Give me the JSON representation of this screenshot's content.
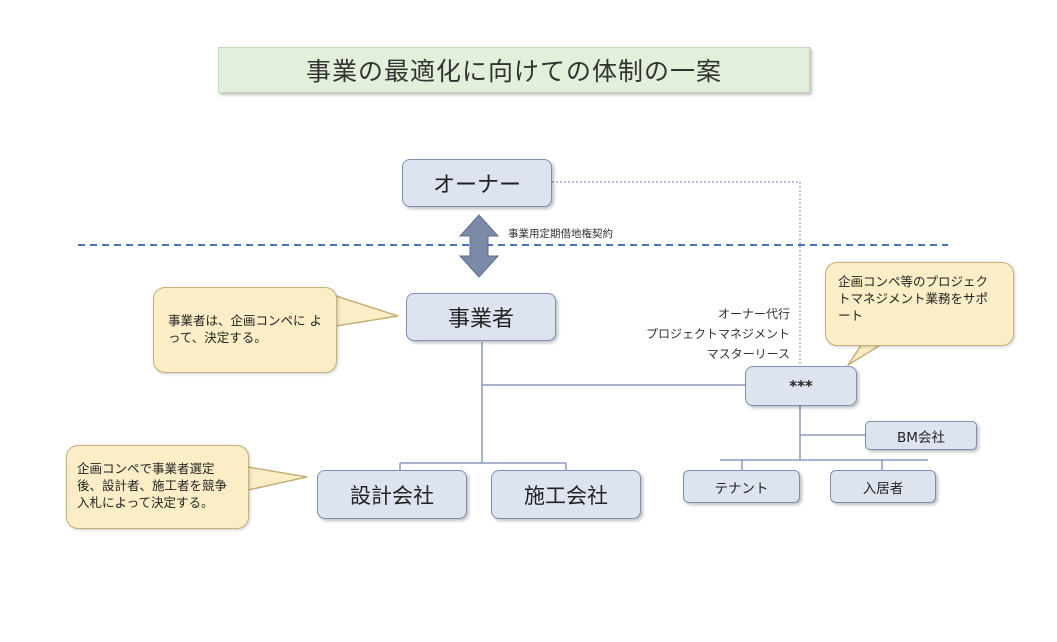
{
  "title": "事業の最適化に向けての体制の一案",
  "nodes": {
    "owner": "オーナー",
    "operator": "事業者",
    "design": "設計会社",
    "construction": "施工会社",
    "stars": "***",
    "bm": "BM会社",
    "tenant": "テナント",
    "resident": "入居者"
  },
  "contract_label": "事業用定期借地権契約",
  "stars_roles": [
    "オーナー代行",
    "プロジェクトマネジメント",
    "マスターリース"
  ],
  "callouts": {
    "operator_note": "事業者は、企画コンペに よって、決定する。",
    "competition_note": "企画コンペで事業者選定後、設計者、施工者を競争入札によって決定する。",
    "pm_note": "企画コンペ等のプロジェクトマネジメント業務をサポート"
  },
  "colors": {
    "box_fill": "#dde4f0",
    "box_border": "#7f8fb0",
    "callout_fill": "#fbeec7",
    "title_fill": "#e2efda",
    "divider": "#4a74b8"
  }
}
